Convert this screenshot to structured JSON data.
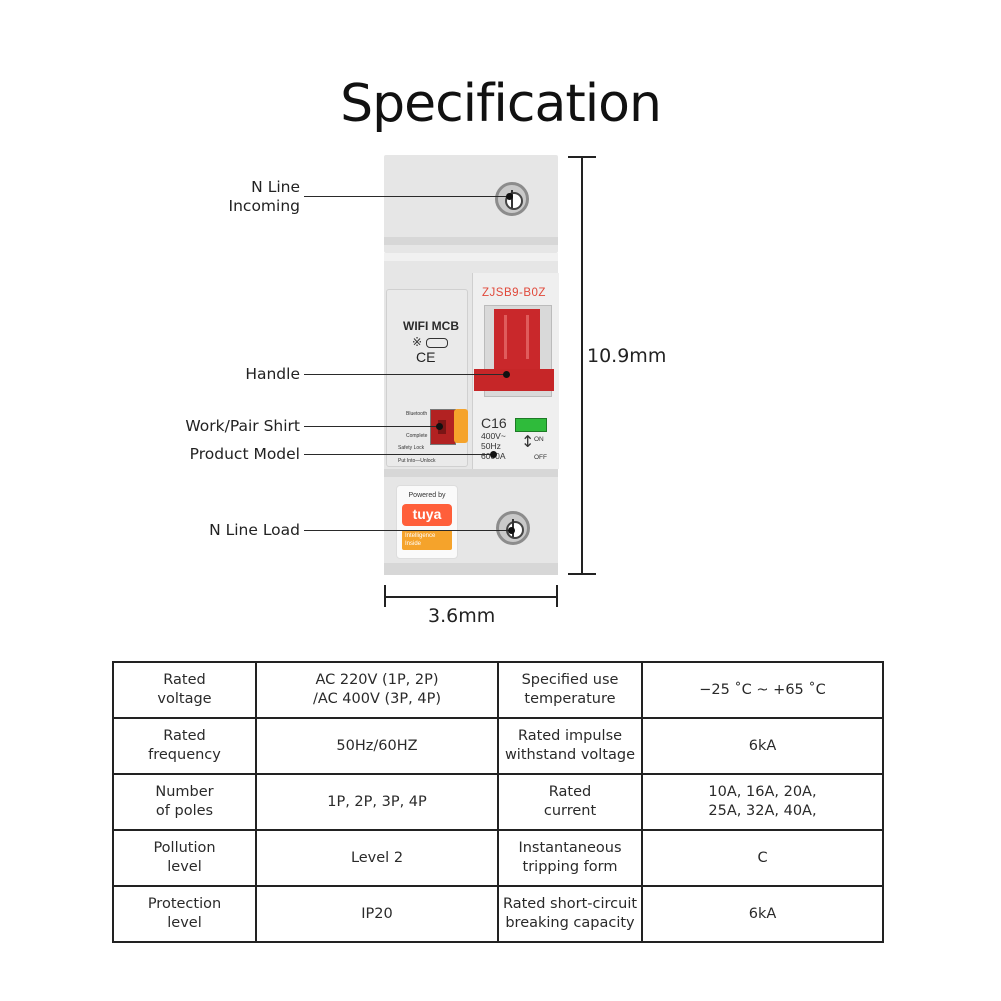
{
  "title": "Specification",
  "callouts": {
    "n_line_incoming": [
      "N Line",
      "Incoming"
    ],
    "handle": "Handle",
    "work_pair": "Work/Pair Shirt",
    "product_model": "Product Model",
    "n_line_load": "N Line Load"
  },
  "dimensions": {
    "height": "10.9mm",
    "width": "3.6mm"
  },
  "device": {
    "model_code": "ZJSB9-B0Z",
    "left_label": "WIFI MCB",
    "ce_mark": "CE",
    "rating": "C16",
    "specs_line1": "400V~",
    "specs_line2": "50Hz",
    "specs_line3": "6000A",
    "on_label": "ON",
    "off_label": "OFF",
    "switch_top": "Bluetooth",
    "switch_bottom": "Complete",
    "safety_lock": "Safety Lock",
    "lock_hint": "Put Into—Unlock",
    "powered_by": "Powered by",
    "brand": "tuya",
    "badge_line1": "Intelligence",
    "badge_line2": "Inside"
  },
  "table": {
    "rows": [
      [
        "Rated\nvoltage",
        "AC 220V (1P, 2P)\n/AC 400V (3P, 4P)",
        "Specified use\ntemperature",
        "−25 ˚C ~ +65 ˚C"
      ],
      [
        "Rated\nfrequency",
        "50Hz/60HZ",
        "Rated impulse\nwithstand voltage",
        "6kA"
      ],
      [
        "Number\nof poles",
        "1P, 2P, 3P, 4P",
        "Rated\ncurrent",
        "10A, 16A, 20A,\n25A, 32A, 40A,"
      ],
      [
        "Pollution\nlevel",
        "Level 2",
        "Instantaneous\ntripping form",
        "C"
      ],
      [
        "Protection\nlevel",
        "IP20",
        "Rated short-circuit\nbreaking capacity",
        "6kA"
      ]
    ]
  }
}
